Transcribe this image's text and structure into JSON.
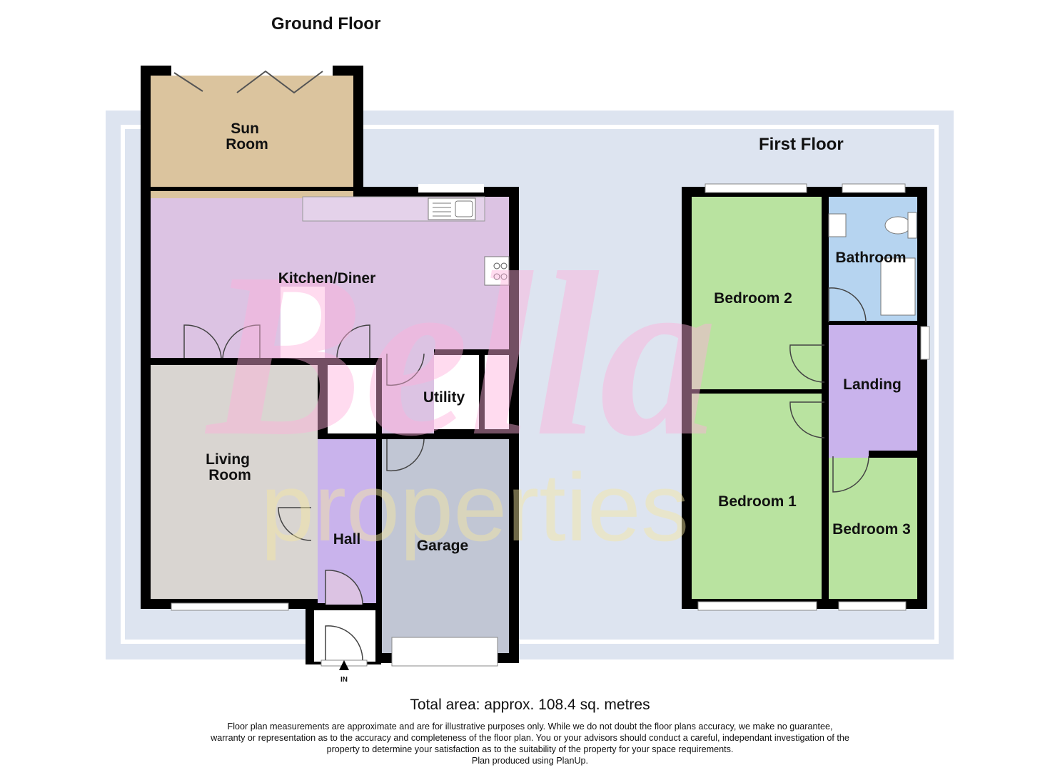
{
  "floors": {
    "ground": {
      "title": "Ground Floor",
      "rooms": {
        "sun_room": [
          "Sun",
          "Room"
        ],
        "kitchen_diner": "Kitchen/Diner",
        "utility": "Utility",
        "living_room": [
          "Living",
          "Room"
        ],
        "hall": "Hall",
        "garage": "Garage"
      },
      "entrance_marker": "IN"
    },
    "first": {
      "title": "First Floor",
      "rooms": {
        "bedroom_2": "Bedroom 2",
        "bathroom": "Bathroom",
        "landing": "Landing",
        "bedroom_1": "Bedroom 1",
        "bedroom_3": "Bedroom 3"
      }
    }
  },
  "watermark": {
    "script": "Bella",
    "word": "properties"
  },
  "total_area": "Total area: approx. 108.4 sq. metres",
  "disclaimer": [
    "Floor plan measurements are approximate and are for illustrative purposes only. While we do not doubt the floor plans accuracy, we make no guarantee,",
    "warranty or representation as to the accuracy and completeness of the floor plan. You or your advisors should conduct a careful, independant investigation of the",
    "property to determine your satisfaction as to the suitability of the property for your space requirements.",
    "Plan produced using PlanUp."
  ],
  "colors": {
    "sun_room": "#dbc49e",
    "kitchen_diner": "#dcc3e3",
    "utility": "#dcc3e3",
    "living_room": "#d9d5d1",
    "hall": "#c9b3ec",
    "garage": "#c1c6d4",
    "bedroom": "#b9e3a0",
    "bathroom": "#b6d4f0",
    "landing": "#c9b3ec",
    "wall": "#000000",
    "watermark_band": "#dde4f0"
  }
}
